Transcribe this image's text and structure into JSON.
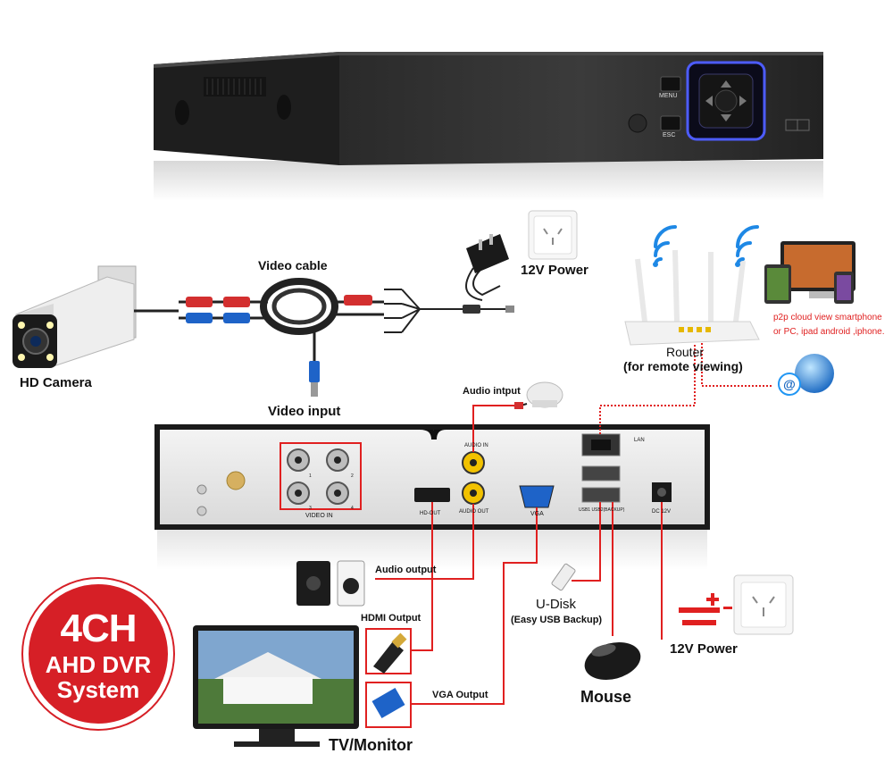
{
  "labels": {
    "video_cable": "Video cable",
    "power_top": "12V Power",
    "hd_camera": "HD Camera",
    "video_input": "Video input",
    "router": "Router",
    "router_sub": "(for remote viewing)",
    "p2p_line1": "p2p cloud  view smartphone",
    "p2p_line2": "or PC, ipad android ,iphone.",
    "audio_input": "Audio intput",
    "audio_output": "Audio output",
    "hdmi_output": "HDMI Output",
    "vga_output": "VGA Output",
    "u_disk": "U-Disk",
    "u_disk_sub": "(Easy USB Backup)",
    "mouse": "Mouse",
    "power_bottom": "12V Power",
    "tv_monitor": "TV/Monitor"
  },
  "dvr_front": {
    "menu": "MENU",
    "esc": "ESC"
  },
  "dvr_back": {
    "video_in": "VIDEO IN",
    "audio_in": "AUDIO IN",
    "audio_out": "AUDIO OUT",
    "hd_out": "HD-OUT",
    "vga": "VGA",
    "lan": "LAN",
    "usb": "USB1  USB2(BACKUP)",
    "dc": "DC 12V",
    "ch": [
      "1",
      "2",
      "3",
      "4"
    ]
  },
  "badge": {
    "line1": "4CH",
    "line2": "AHD DVR",
    "line3": "System"
  },
  "colors": {
    "wire_red": "#e02020",
    "badge_red": "#d61f26",
    "dvr_body": "#1c1c1c",
    "wifi_blue": "#1e88e5"
  }
}
